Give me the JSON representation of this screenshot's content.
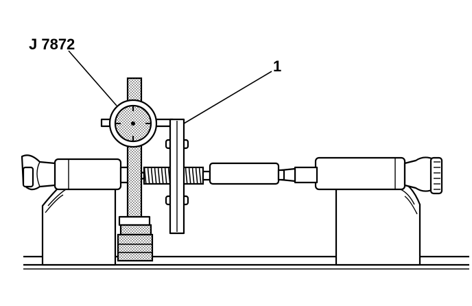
{
  "figure": {
    "callouts": [
      {
        "id": "tool",
        "text": "J 7872"
      },
      {
        "id": "item1",
        "text": "1"
      }
    ]
  }
}
